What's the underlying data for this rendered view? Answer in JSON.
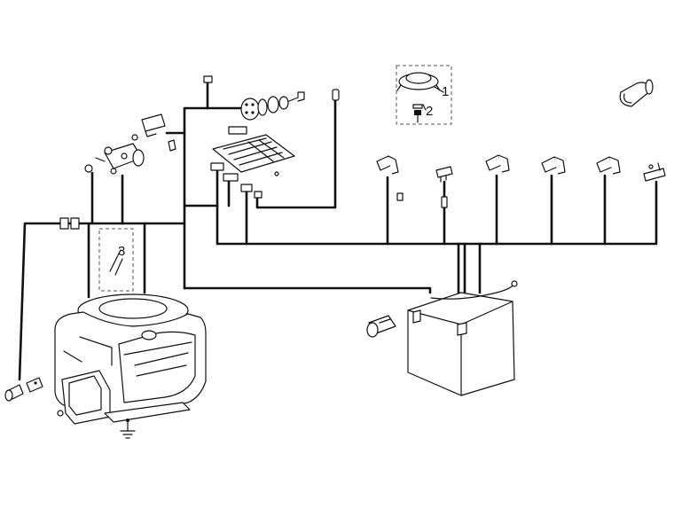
{
  "diagram": {
    "callouts": [
      {
        "id": "1",
        "text": "1"
      },
      {
        "id": "2",
        "text": "2"
      },
      {
        "id": "3",
        "text": "3"
      }
    ],
    "line_color": "#111111",
    "background": "#ffffff",
    "components": [
      "key-switch",
      "toggle-switch",
      "solenoid",
      "circuit-board",
      "fuse-holder",
      "seat-switch",
      "connector-relays",
      "lamp-bulb",
      "engine",
      "battery",
      "battery-cap",
      "terminal-boot",
      "ground-symbol",
      "wiring-harness"
    ]
  }
}
